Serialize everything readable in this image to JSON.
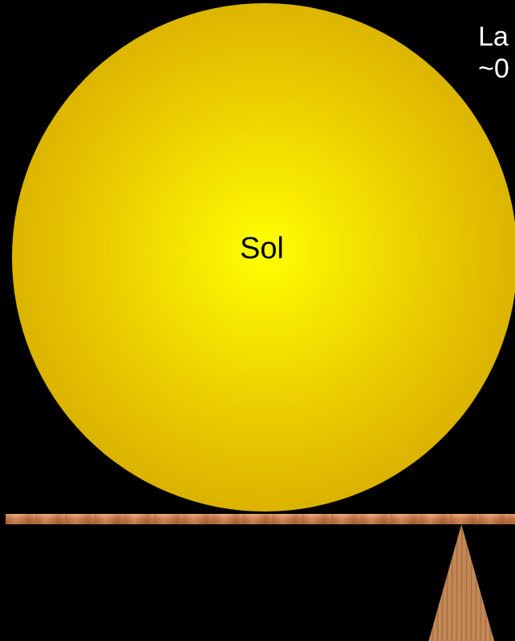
{
  "diagram": {
    "sun_label": "Sol",
    "note_lines": [
      "La",
      "~0"
    ]
  },
  "colors": {
    "background": "#000000",
    "sun_center": "#ffff00",
    "sun_edge": "#cfa200",
    "plank": "#c9794a",
    "fulcrum": "#c8905a",
    "text_light": "#ffffff"
  }
}
